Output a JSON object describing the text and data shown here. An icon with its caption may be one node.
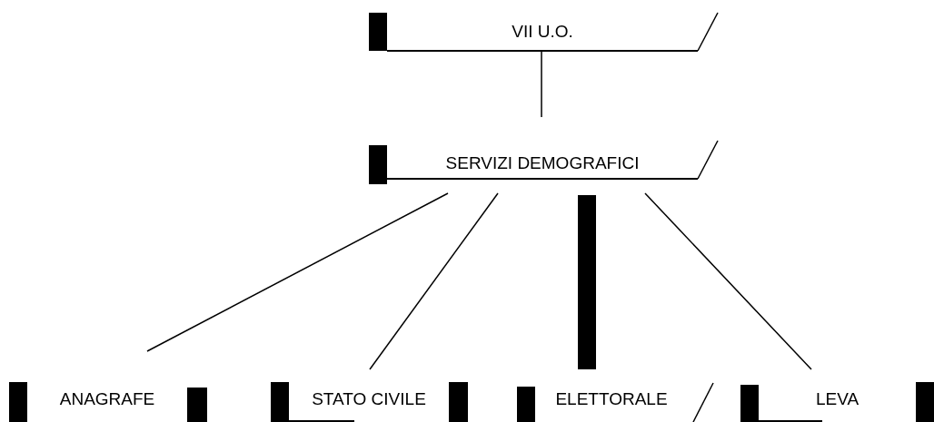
{
  "diagram": {
    "nodes": [
      {
        "text": [
          "VII U.O."
        ]
      },
      {
        "text": [
          "SERVIZI DEMOGRAFICI"
        ]
      },
      {
        "text": [
          "ANAGRAFE"
        ]
      },
      {
        "text": [
          "STATO CIVILE"
        ]
      },
      {
        "text": [
          "ELETTORALE"
        ]
      },
      {
        "text": [
          "LEVA"
        ]
      }
    ],
    "edges": [
      {
        "from": 0,
        "to": 1,
        "arrow": "none"
      },
      {
        "from": 1,
        "to": 2,
        "arrow": "none"
      },
      {
        "from": 1,
        "to": 3,
        "arrow": "none"
      },
      {
        "from": 1,
        "to": 4,
        "arrow": "none",
        "style": "thick"
      },
      {
        "from": 1,
        "to": 5,
        "arrow": "none"
      }
    ]
  }
}
